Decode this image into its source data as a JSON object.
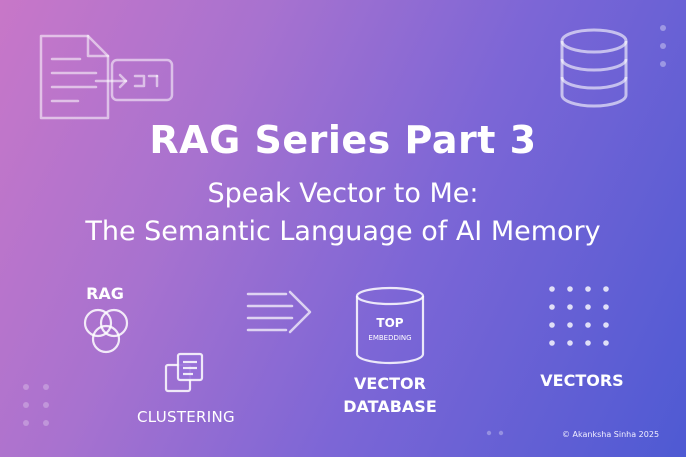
{
  "title": "RAG Series Part 3",
  "subtitle_line1": "Speak Vector to Me:",
  "subtitle_line2": "The Semantic Language of AI Memory",
  "labels": {
    "rag": "RAG",
    "clustering": "CLUSTERING",
    "vector_database_line1": "VECTOR",
    "vector_database_line2": "DATABASE",
    "vectors": "VECTORS"
  },
  "db_icon": {
    "top": "TOP",
    "embedding": "EMBEDDING"
  },
  "icons": [
    "document-to-vector-icon",
    "database-icon",
    "venn-diagram-icon",
    "arrow-lines-icon",
    "database-icon",
    "cluster-cards-icon",
    "dot-grid-icon"
  ],
  "copyright": "© Akanksha Sinha 2025",
  "colors": {
    "gradient_start": "#c877c8",
    "gradient_end": "#4e5ad3",
    "text": "#ffffff"
  }
}
